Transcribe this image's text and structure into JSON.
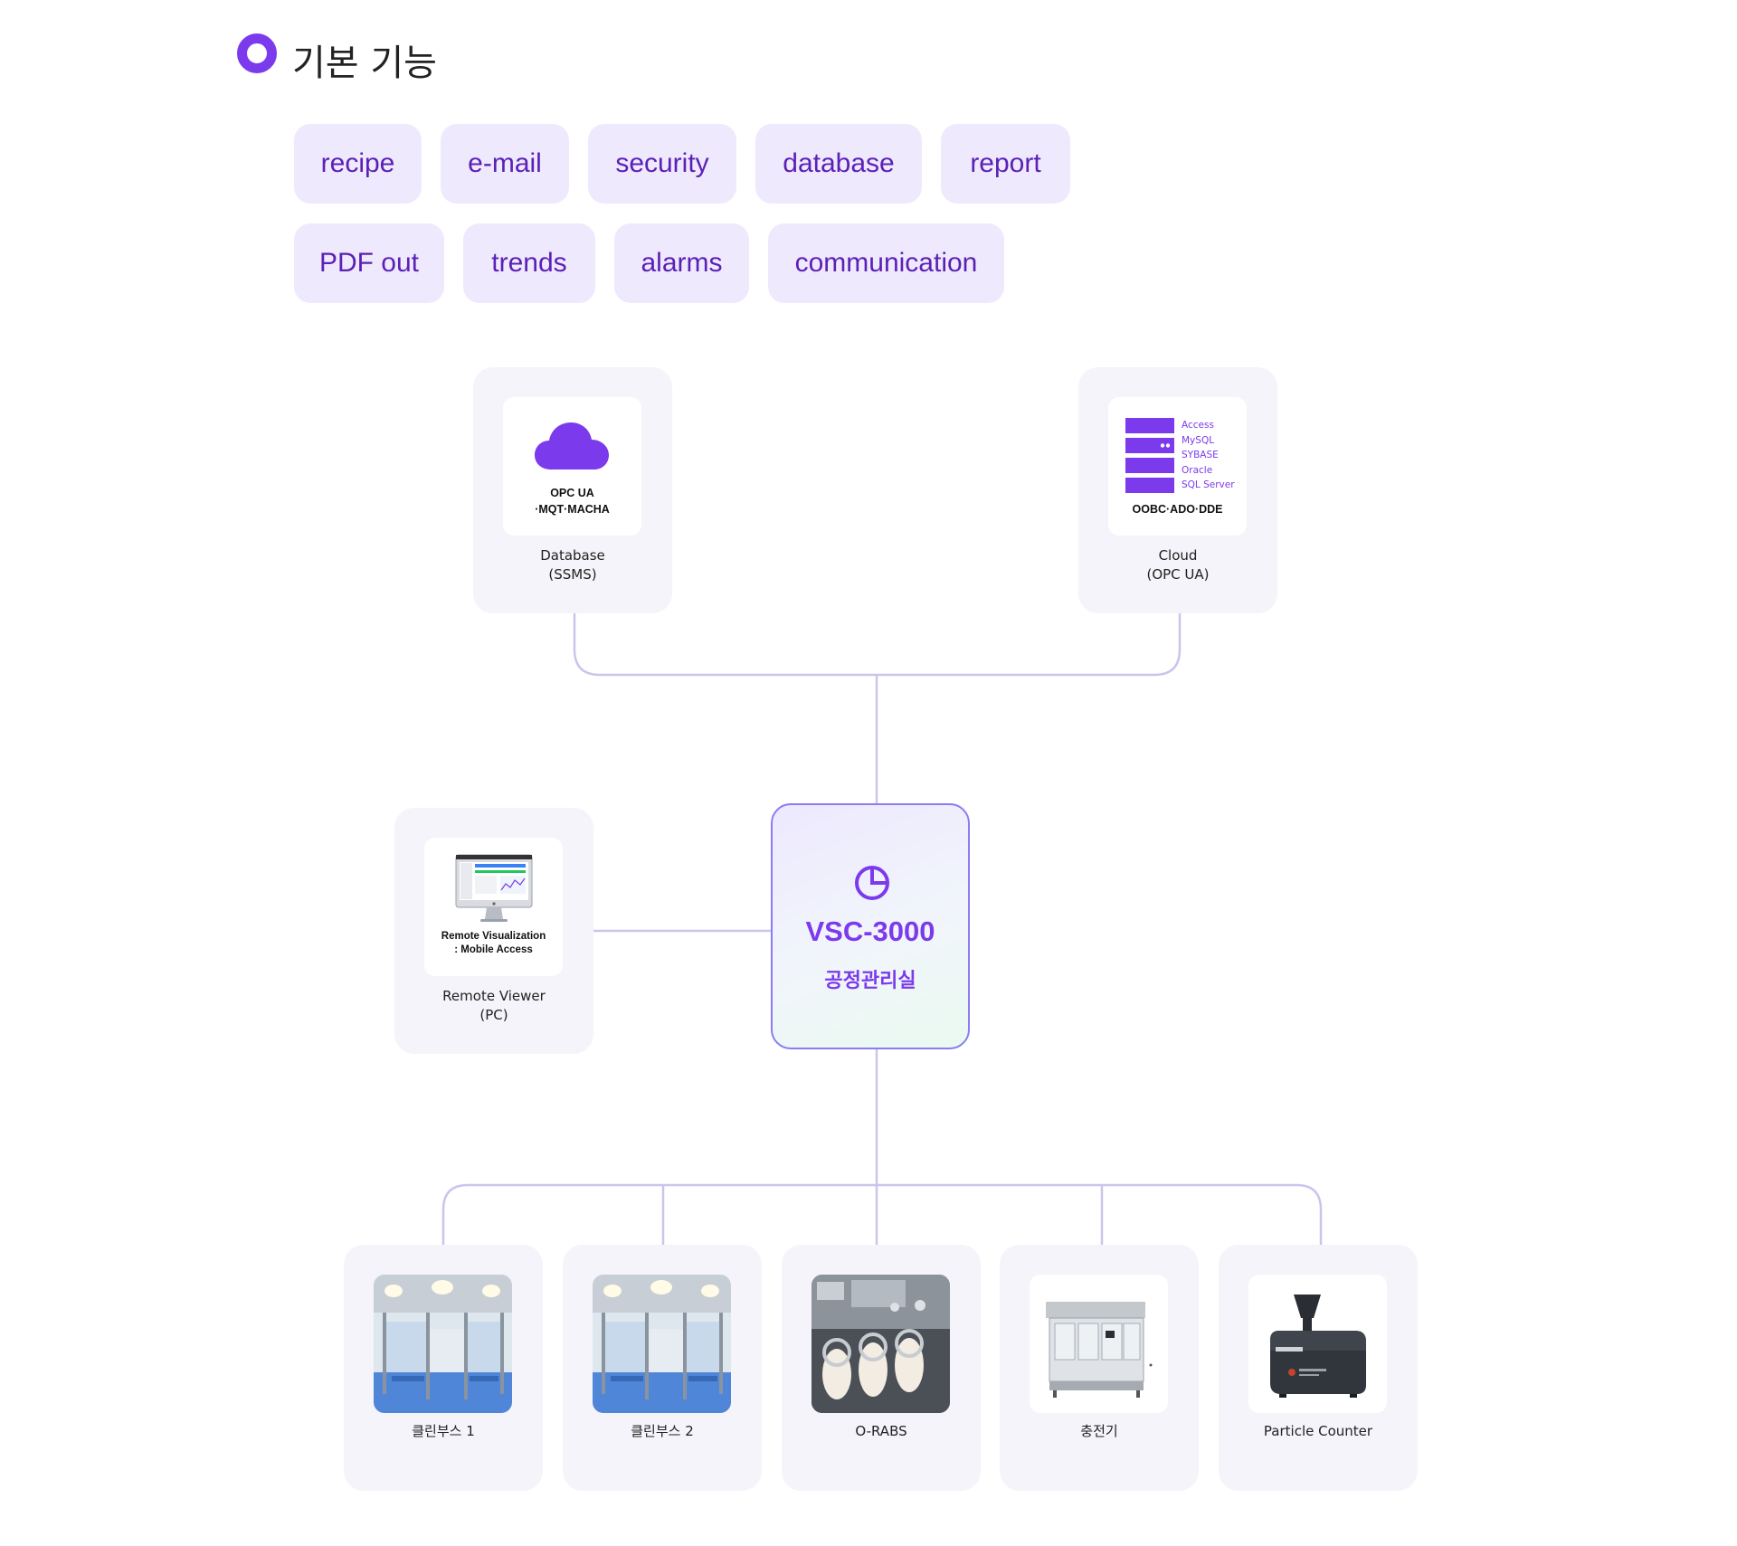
{
  "section": {
    "title": "기본 기능"
  },
  "chips": [
    "recipe",
    "e-mail",
    "security",
    "database",
    "report",
    "PDF out",
    "trends",
    "alarms",
    "communication"
  ],
  "colors": {
    "accent": "#7c3aed",
    "chip_bg": "#efe9fd",
    "chip_text": "#5b21b6",
    "card_bg": "#f4f4fa",
    "line": "#c9c6ee"
  },
  "nodes": {
    "database": {
      "icon": "cloud-icon",
      "badge_line1": "OPC UA",
      "badge_line2": "·MQT·MACHA",
      "label_line1": "Database",
      "label_line2": "(SSMS)"
    },
    "cloud": {
      "icon": "server-stack-icon",
      "db_list": [
        "Access",
        "MySQL",
        "SYBASE",
        "Oracle",
        "SQL Server"
      ],
      "badge": "OOBC·ADO·DDE",
      "label_line1": "Cloud",
      "label_line2": "(OPC UA)"
    },
    "remote": {
      "icon": "monitor-icon",
      "badge_line1": "Remote Visualization",
      "badge_line2": ": Mobile Access",
      "label_line1": "Remote Viewer",
      "label_line2": "(PC)"
    },
    "hub": {
      "icon": "pie-chart-icon",
      "title": "VSC-3000",
      "subtitle": "공정관리실"
    },
    "devices": [
      {
        "label": "클린부스 1",
        "image": "clean-booth-photo"
      },
      {
        "label": "클린부스 2",
        "image": "clean-booth-photo"
      },
      {
        "label": "O-RABS",
        "image": "o-rabs-photo"
      },
      {
        "label": "충전기",
        "image": "filling-machine-photo"
      },
      {
        "label": "Particle Counter",
        "image": "particle-counter-photo"
      }
    ]
  }
}
